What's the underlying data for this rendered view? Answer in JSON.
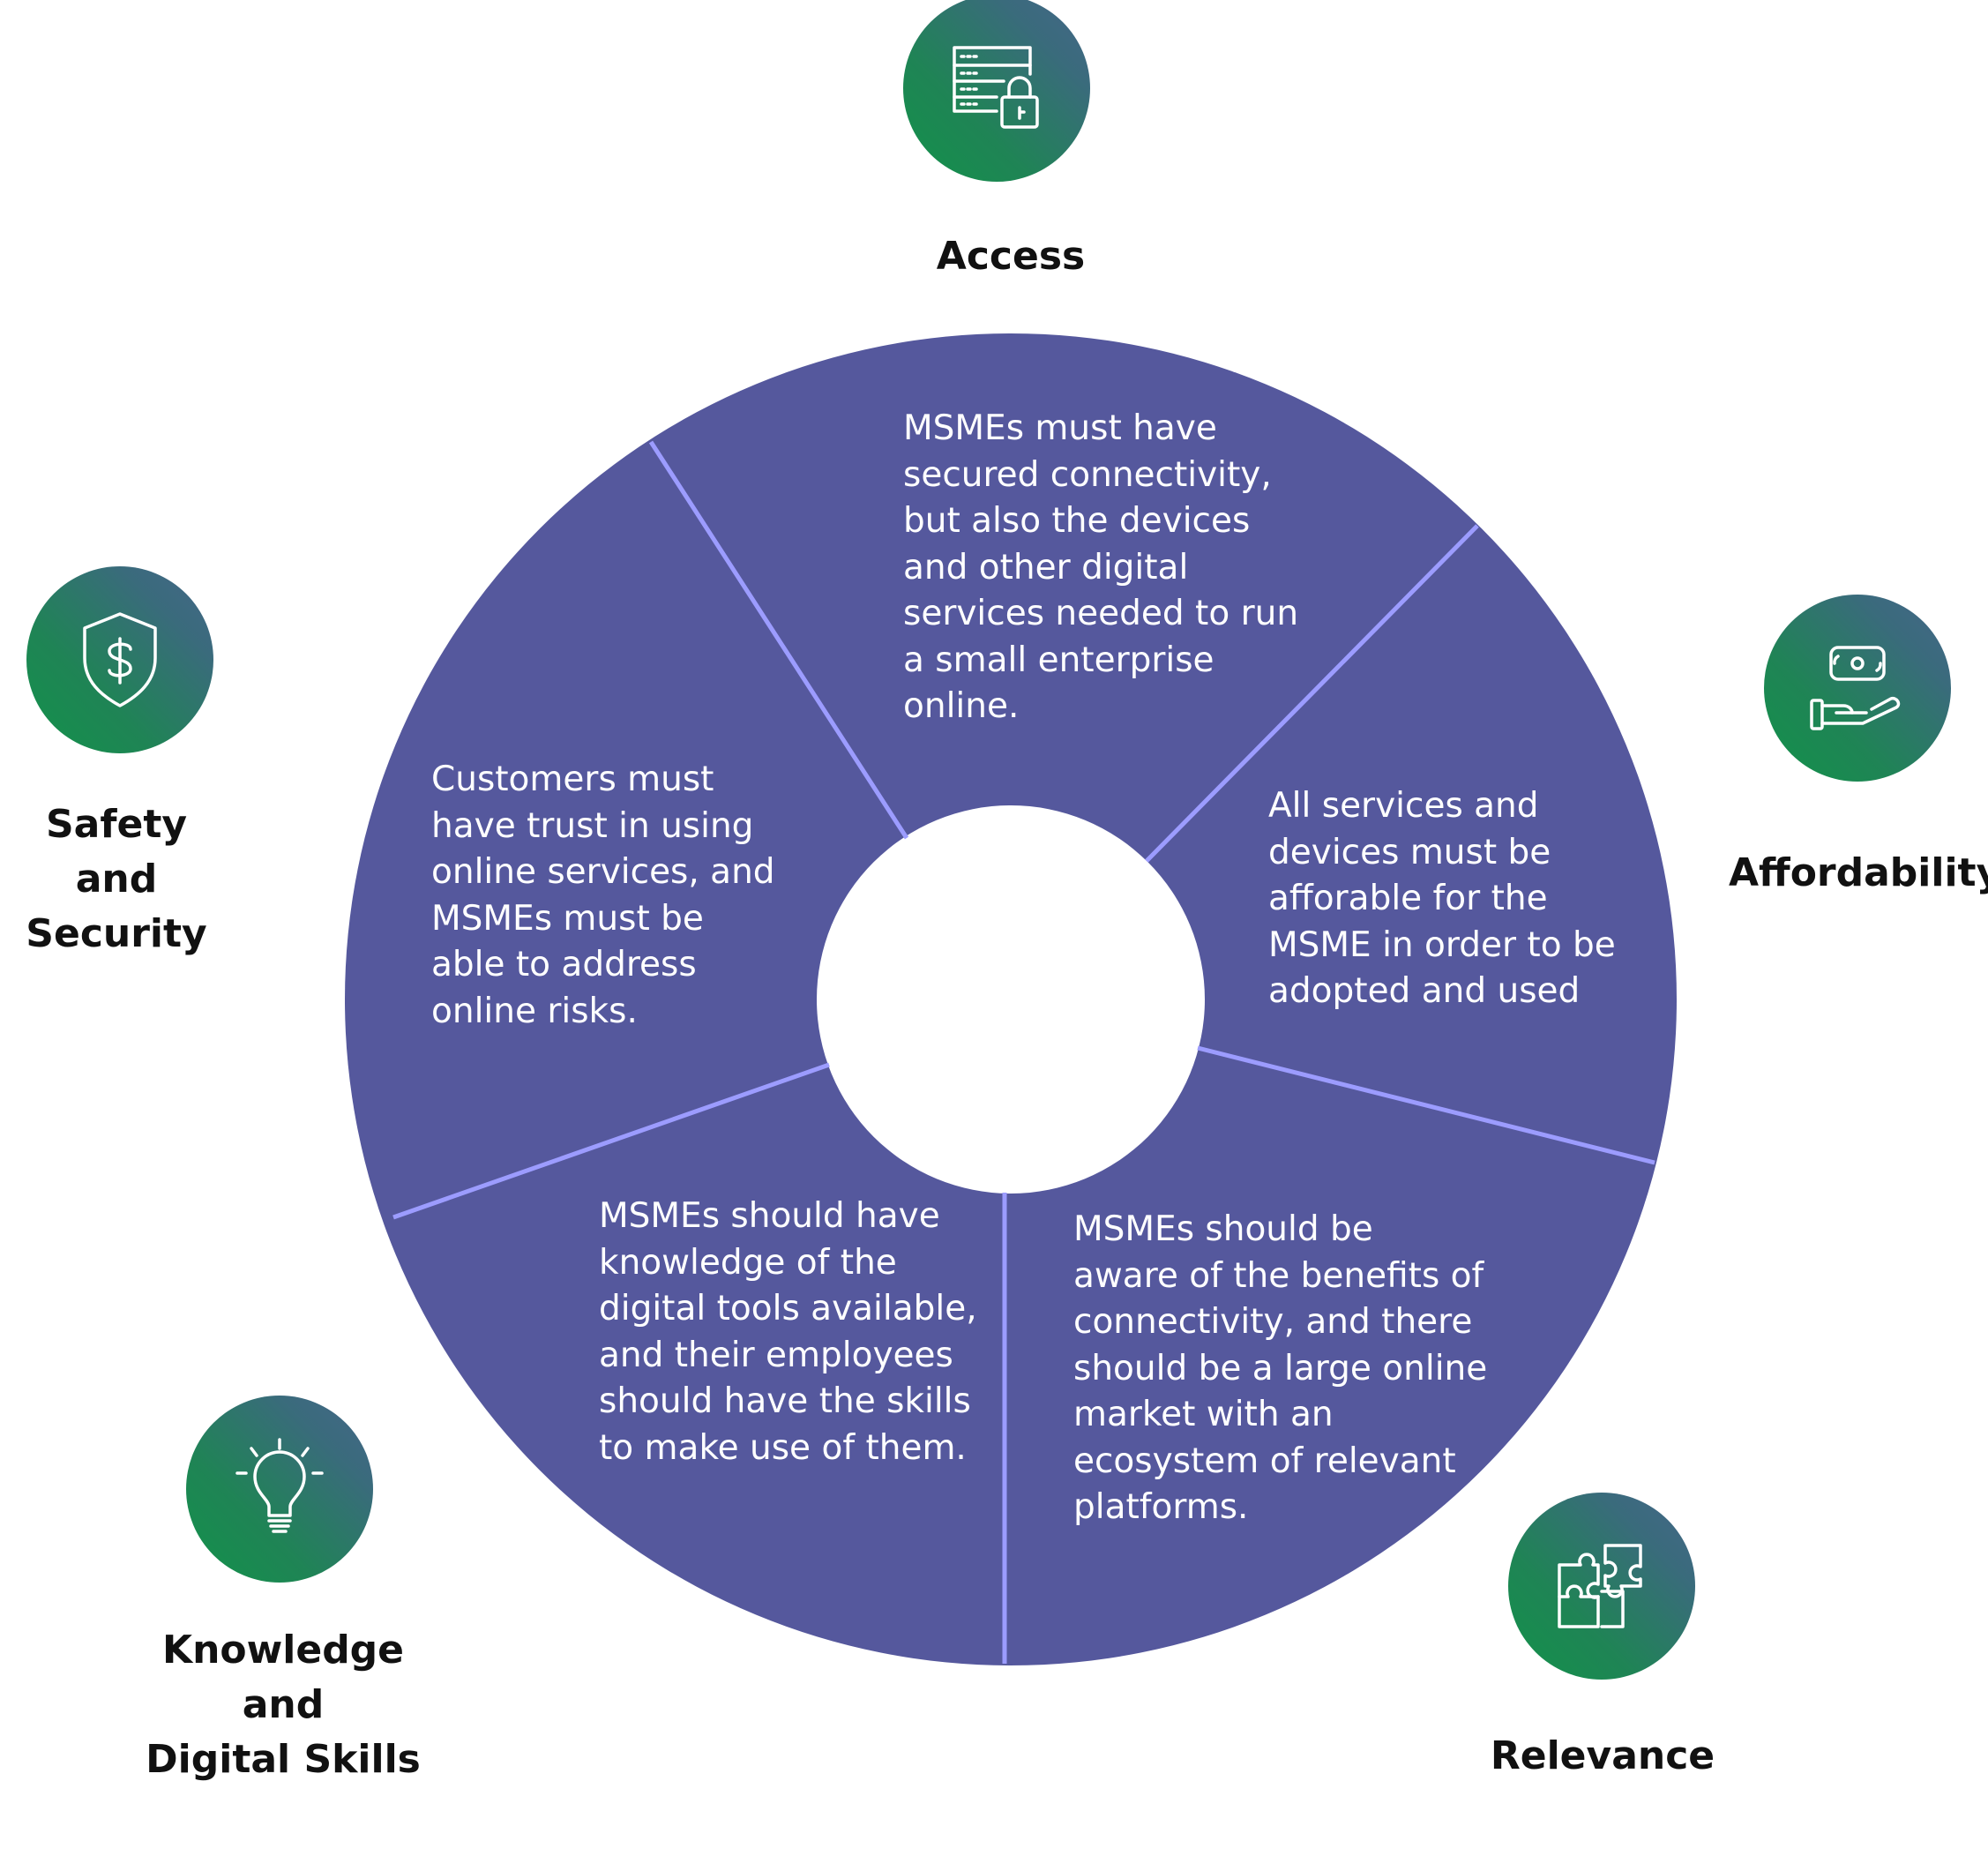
{
  "colors": {
    "wheel_fill": "#55589d",
    "divider": "#9c9cff",
    "badge_gradient_start": "#12924a",
    "badge_gradient_end": "#456689",
    "label_text": "#111111",
    "segment_text": "#ffffff"
  },
  "pillars": [
    {
      "id": "access",
      "label": "Access",
      "icon": "server-lock-icon",
      "description": "MSMEs must have\nsecured connectivity,\nbut also the devices\nand other digital\nservices needed to run\na small enterprise\nonline."
    },
    {
      "id": "affordability",
      "label": "Affordability",
      "icon": "hand-money-icon",
      "description": "All services and\ndevices must be\nafforable for the\nMSME in order to be\nadopted and used"
    },
    {
      "id": "relevance",
      "label": "Relevance",
      "icon": "puzzle-icon",
      "description": "MSMEs should be\naware of the benefits of\nconnectivity, and there\nshould be a large online\nmarket with an\necosystem of relevant\nplatforms."
    },
    {
      "id": "knowledge",
      "label": "Knowledge and\nDigital Skills",
      "icon": "lightbulb-icon",
      "description": "MSMEs should have\nknowledge of the\ndigital tools available,\nand their employees\nshould have the skills\nto make use of them."
    },
    {
      "id": "safety",
      "label": "Safety and\nSecurity",
      "icon": "shield-dollar-icon",
      "description": "Customers must\nhave trust in using\nonline services, and\nMSMEs must be\nable to address\nonline risks."
    }
  ]
}
